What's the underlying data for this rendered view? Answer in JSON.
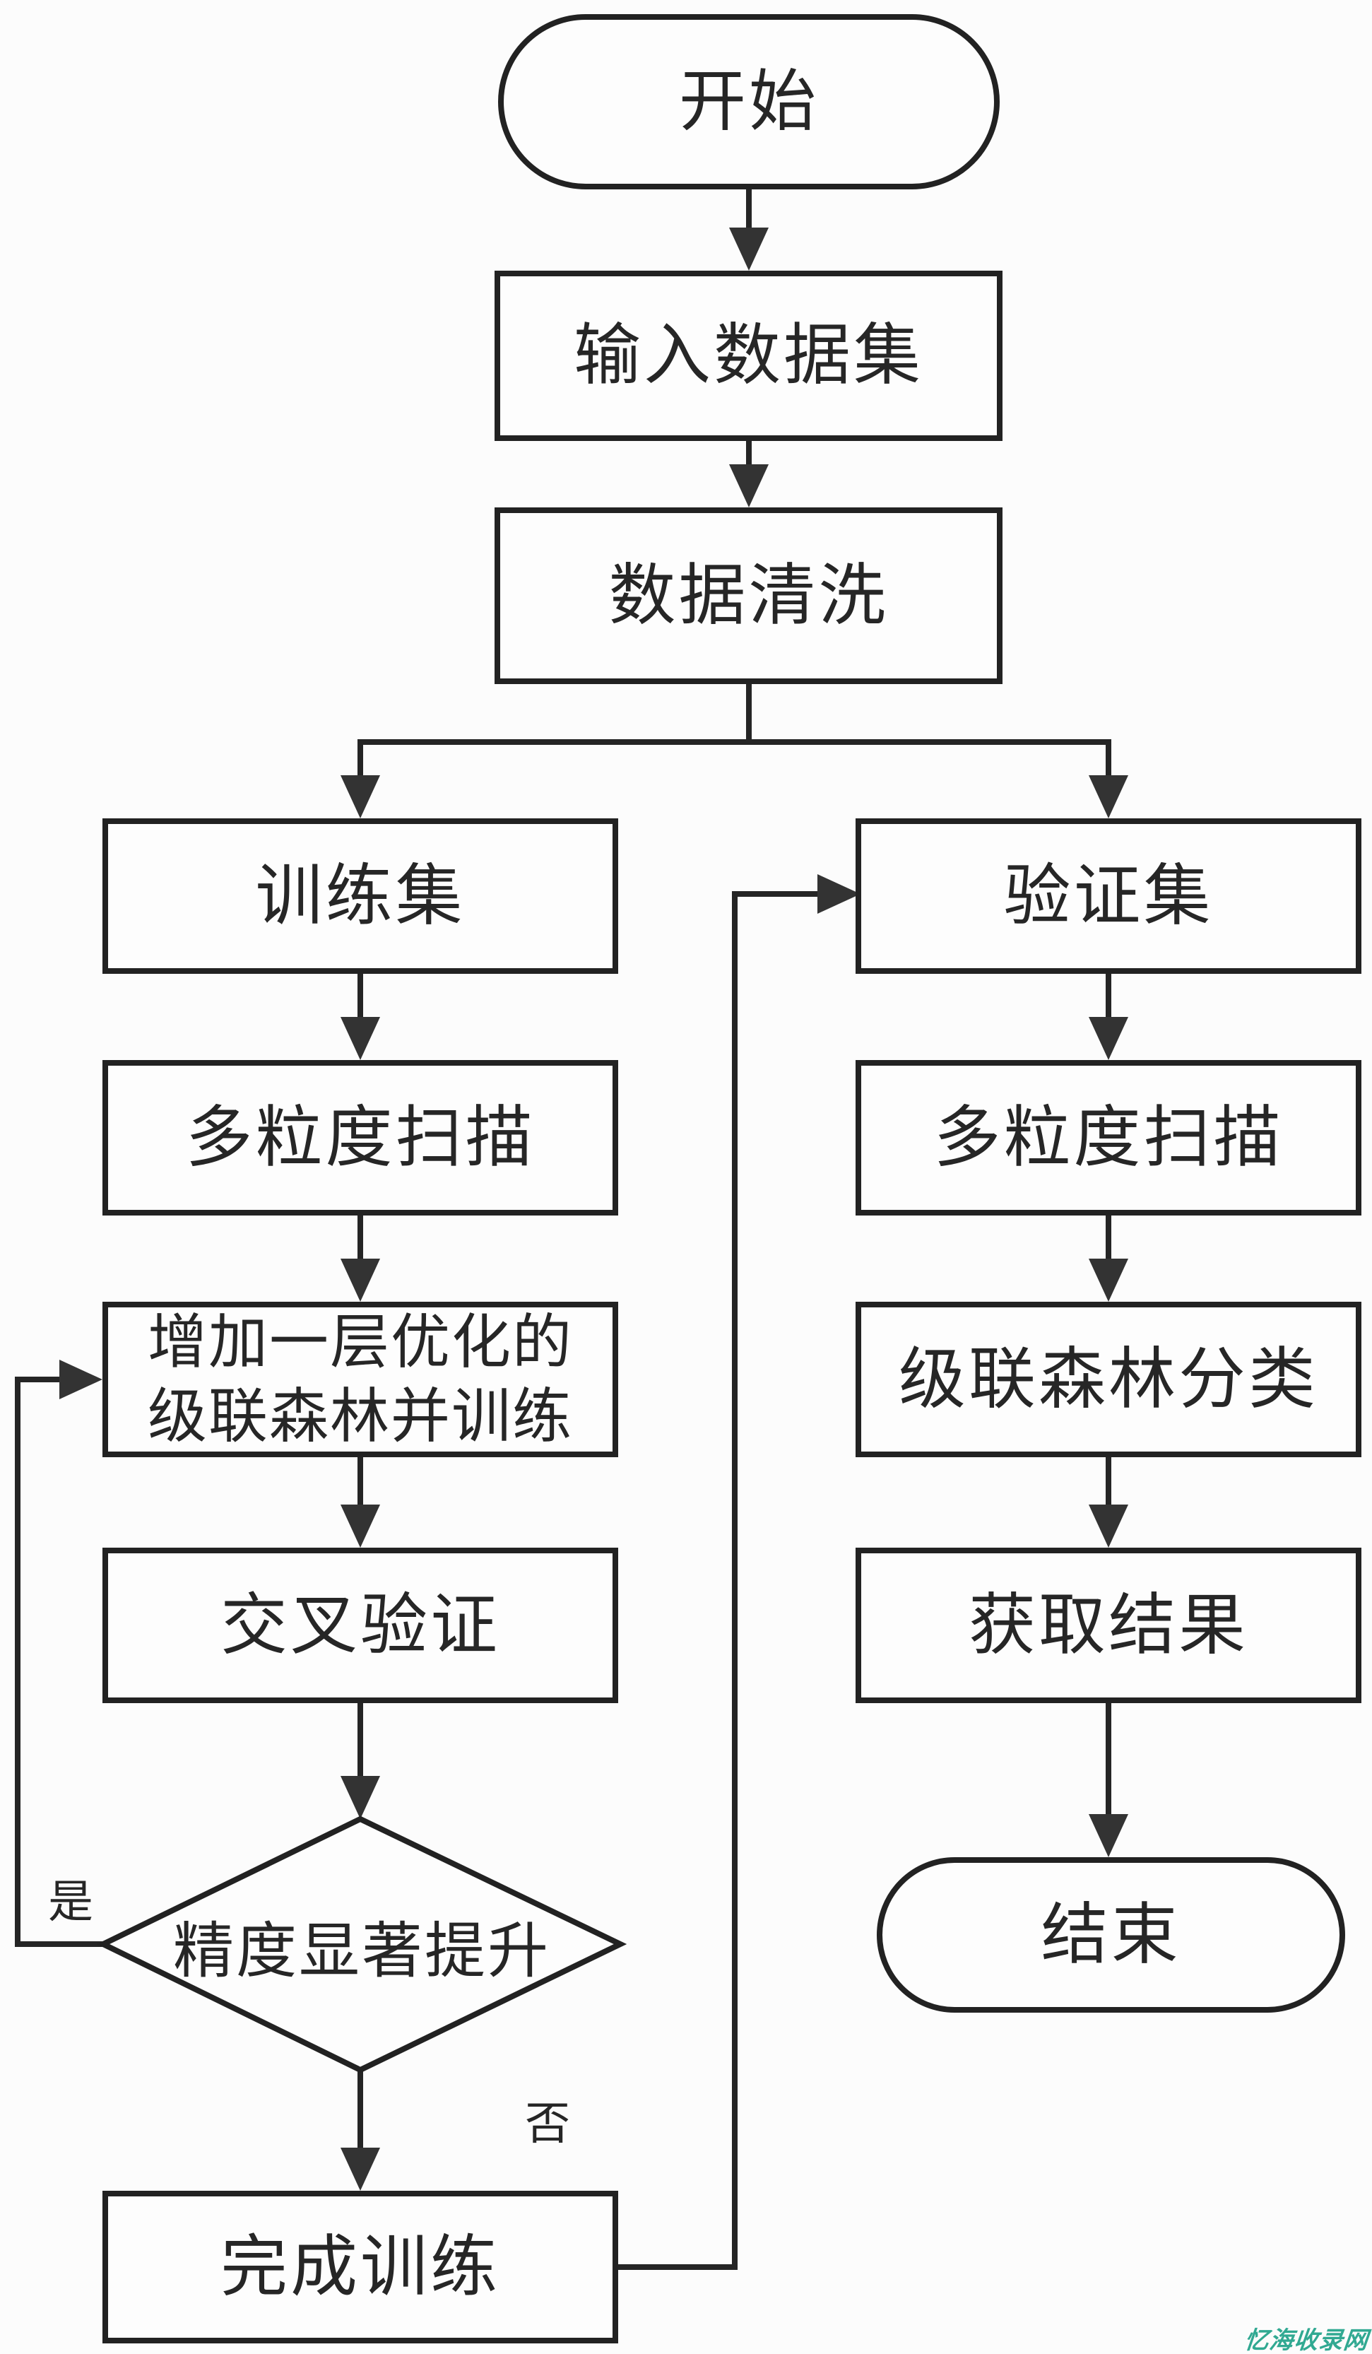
{
  "canvas": {
    "background": "#fcfcfc",
    "stroke_color": "#222222",
    "arrow_color": "#333333",
    "text_color": "#262626"
  },
  "nodes": {
    "start": {
      "label": "开始"
    },
    "input_dataset": {
      "label": "输入数据集"
    },
    "data_cleaning": {
      "label": "数据清洗"
    },
    "training_set": {
      "label": "训练集"
    },
    "validation_set": {
      "label": "验证集"
    },
    "mg_scan_left": {
      "label": "多粒度扫描"
    },
    "mg_scan_right": {
      "label": "多粒度扫描"
    },
    "add_layer": {
      "line1": "增加一层优化的",
      "line2": "级联森林并训练"
    },
    "cascade_classify": {
      "label": "级联森林分类"
    },
    "cross_validation": {
      "label": "交叉验证"
    },
    "get_results": {
      "label": "获取结果"
    },
    "decision": {
      "label": "精度显著提升"
    },
    "finish_training": {
      "label": "完成训练"
    },
    "end": {
      "label": "结束"
    }
  },
  "edge_labels": {
    "yes": "是",
    "no": "否"
  },
  "watermark": {
    "text": "忆海收录网",
    "color": "#31a992"
  }
}
